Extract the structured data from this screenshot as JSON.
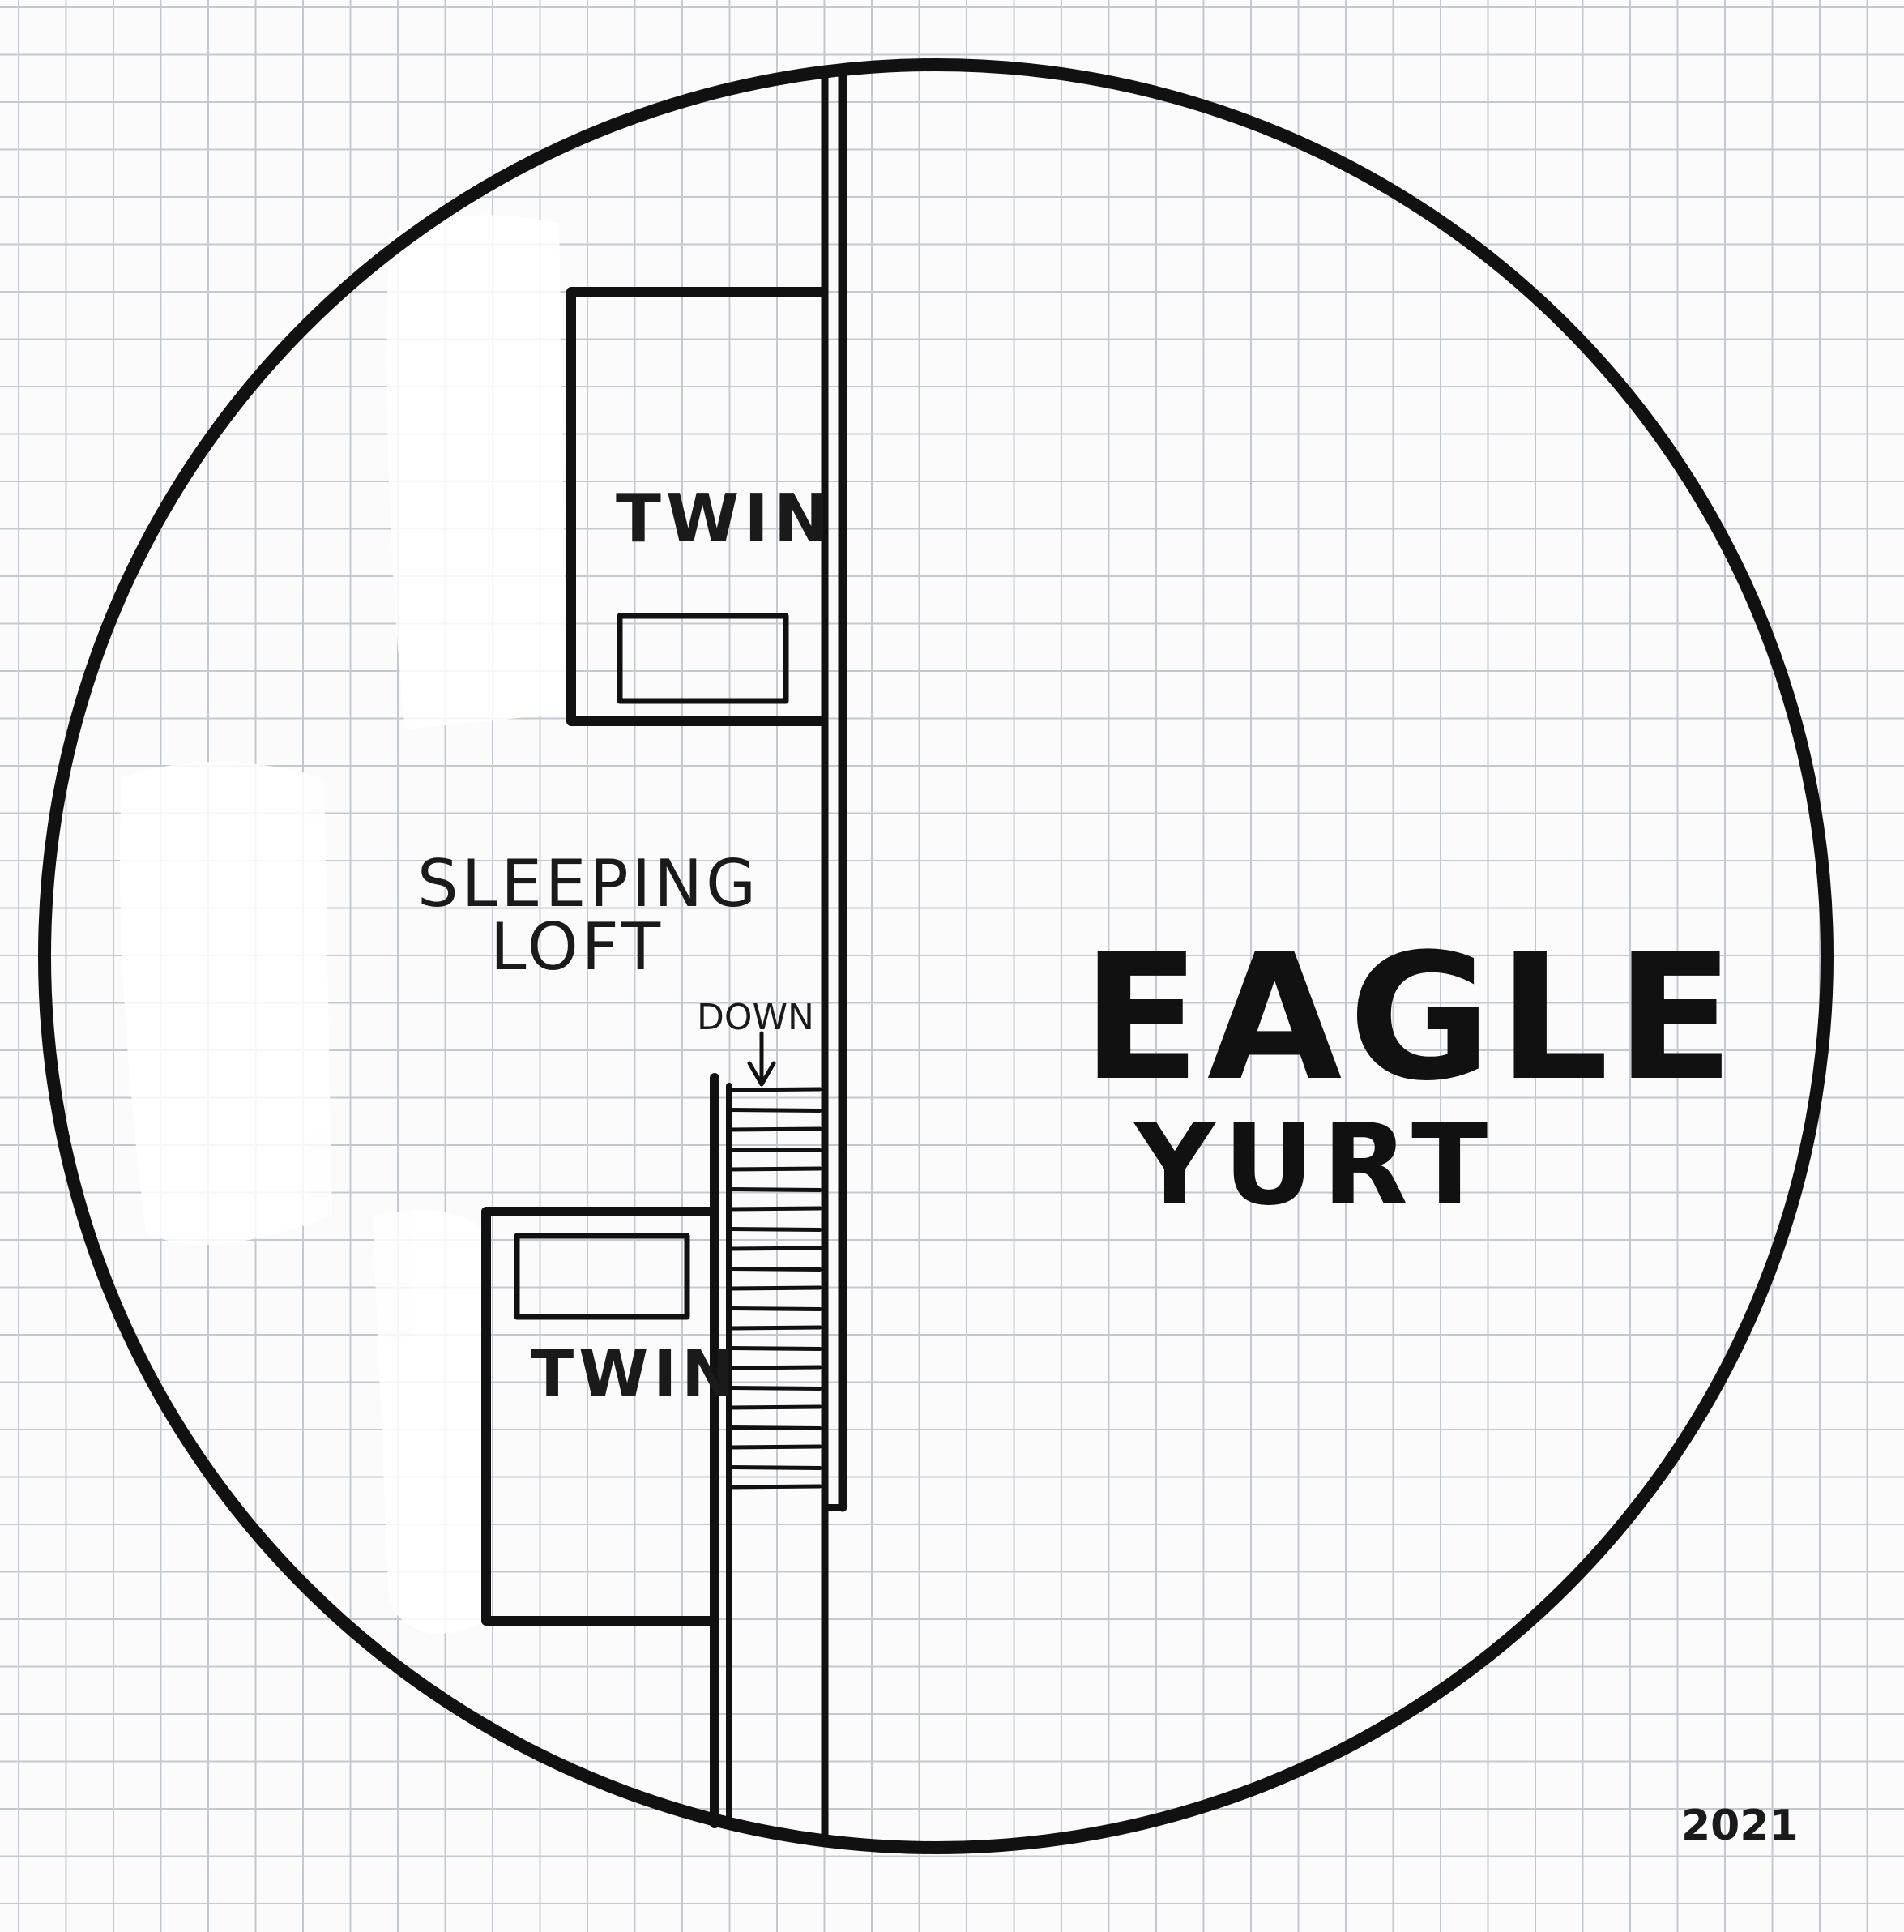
{
  "labels": {
    "twin_top": "TWIN",
    "twin_bottom": "TWIN",
    "sleeping_loft_line1": "SLEEPING",
    "sleeping_loft_line2": "LOFT",
    "down": "DOWN",
    "title_line1": "EAGLE",
    "title_line2": "YURT",
    "year": "2021"
  },
  "colors": {
    "ink": "#111111",
    "paper": "#fbfbfb",
    "grid": "#c4c9cf"
  },
  "stairs": {
    "tread_count": 21
  }
}
